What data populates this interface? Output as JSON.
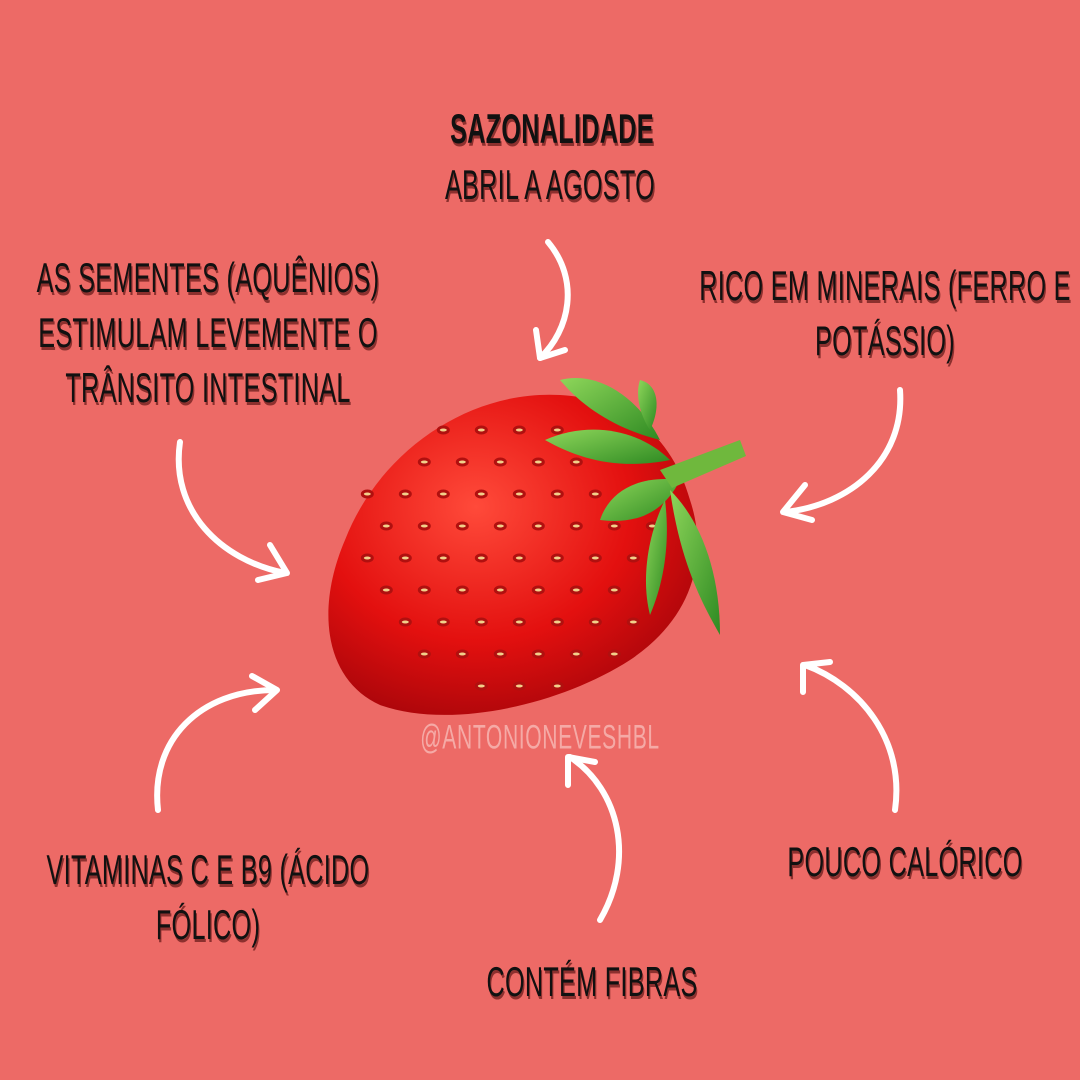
{
  "background_color": "#ED6A66",
  "seasonality": {
    "title": "SAZONALIDADE",
    "value": "ABRIL A AGOSTO"
  },
  "facts": {
    "seeds": [
      "AS SEMENTES (AQUÊNIOS)",
      "ESTIMULAM LEVEMENTE O",
      "TRÂNSITO INTESTINAL"
    ],
    "minerals": [
      "RICO EM MINERAIS (FERRO E",
      "POTÁSSIO)"
    ],
    "vitamins": [
      "VITAMINAS C E B9 (ÁCIDO",
      "FÓLICO)"
    ],
    "calories": "POUCO CALÓRICO",
    "fiber": "CONTÉM FIBRAS"
  },
  "watermark": "@ANTONIONEVESHBL",
  "image": "strawberry-illustration"
}
